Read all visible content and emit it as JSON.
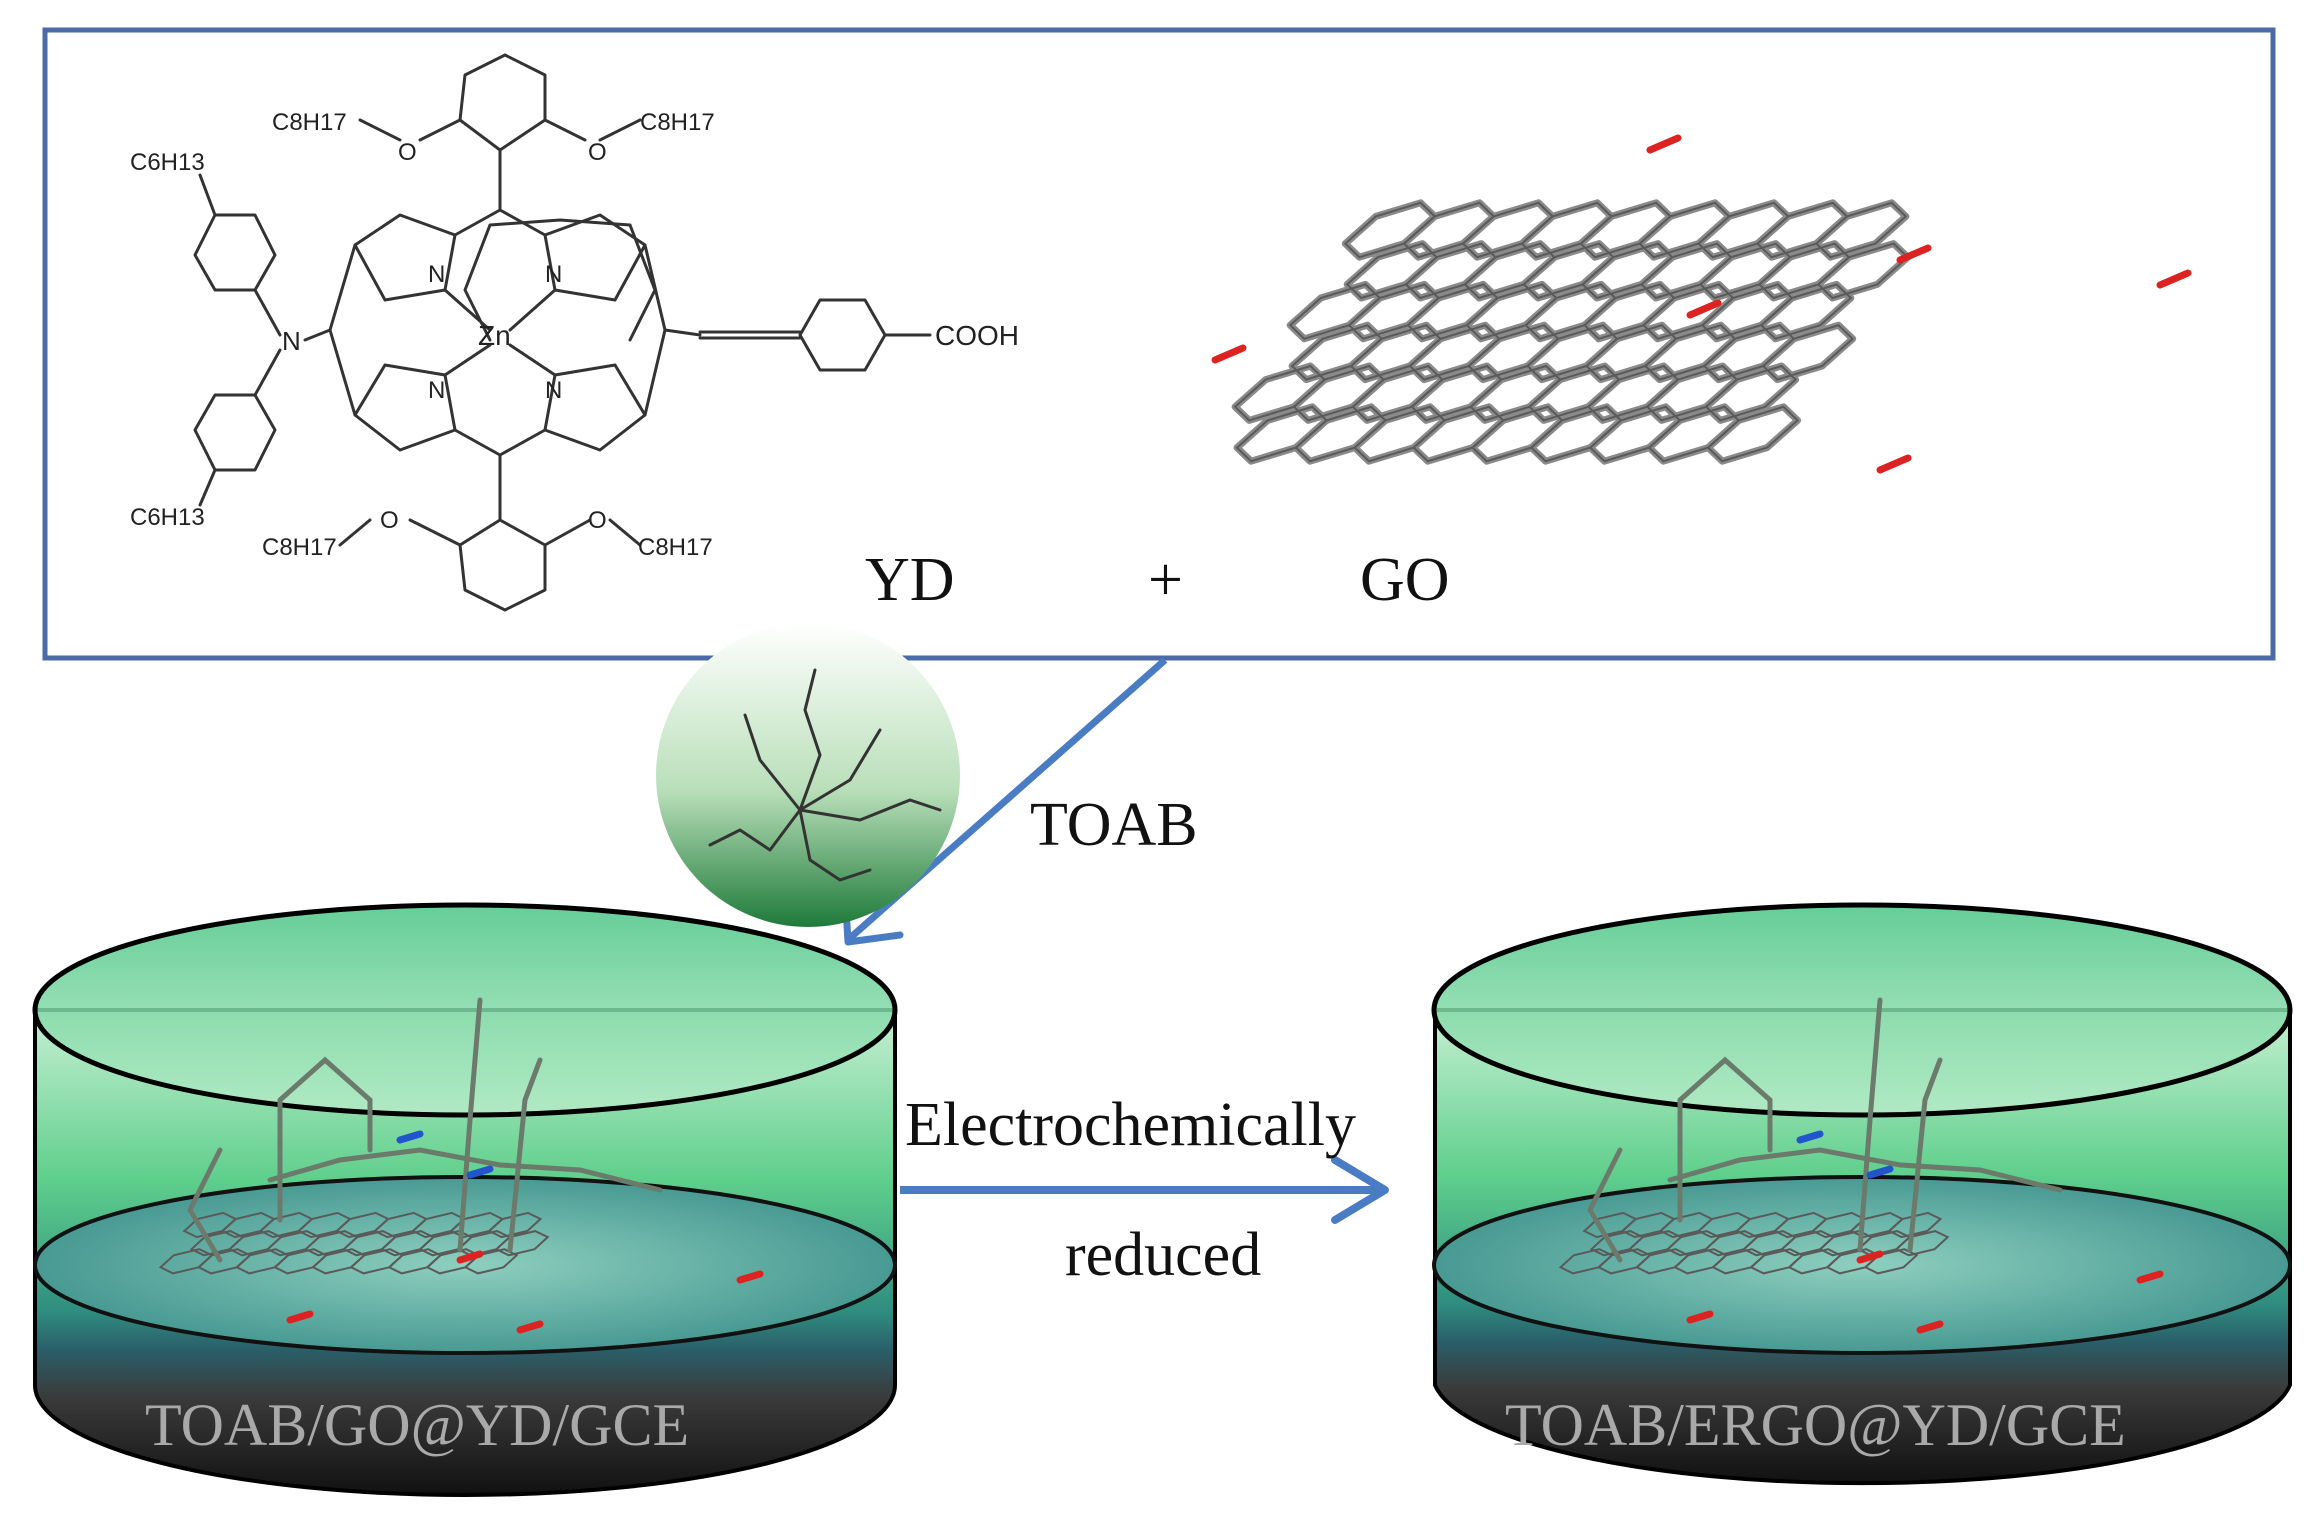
{
  "top_panel": {
    "label_yd": "YD",
    "label_plus": "+",
    "label_go": "GO",
    "porphyrin": {
      "metal": "Zn",
      "n1": "N",
      "n2": "N",
      "n3": "N",
      "n4": "N",
      "amine_n": "N",
      "substituent_top_left": "C8H17",
      "substituent_top_right": "C8H17",
      "substituent_bottom_left": "C8H17",
      "substituent_bottom_right": "C8H17",
      "hexyl_top": "C6H13",
      "hexyl_bottom": "C6H13",
      "oxygen": "O",
      "carboxyl": "COOH"
    }
  },
  "reagent_label": "TOAB",
  "arrow_label_line1": "Electrochemically",
  "arrow_label_line2": "reduced",
  "electrode_left_label": "TOAB/GO@YD/GCE",
  "electrode_right_label": "TOAB/ERGO@YD/GCE",
  "colors": {
    "frame": "#4a6aa8",
    "arrow": "#4a7cc4",
    "cylinder_green": "#6fd29a",
    "cylinder_teal": "#3a8a88",
    "base_dark": "#2b2b2b"
  }
}
